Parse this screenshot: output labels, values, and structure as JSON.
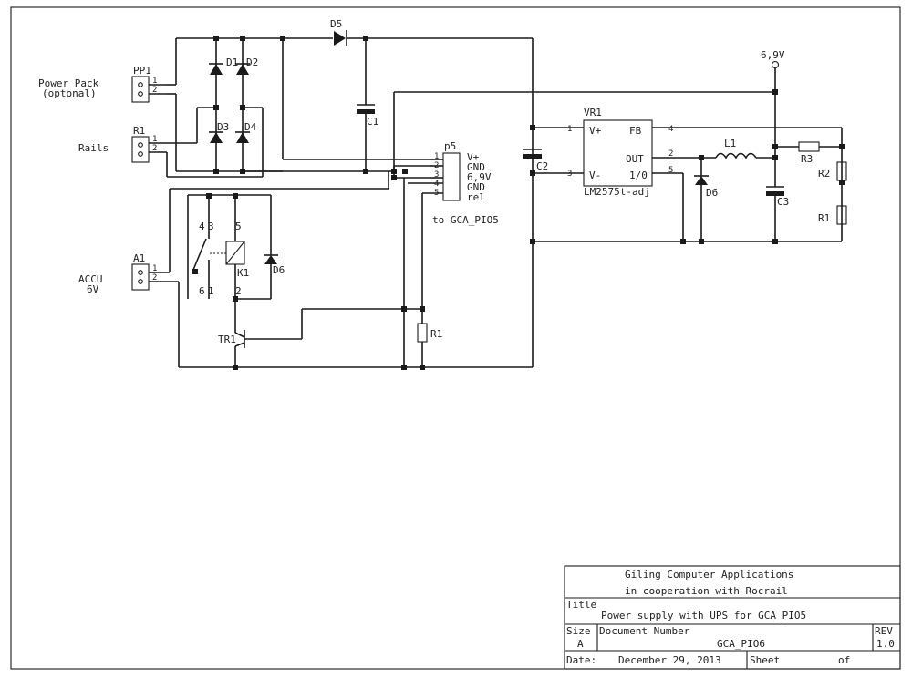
{
  "components": {
    "pp1": {
      "ref": "PP1",
      "pins": [
        "1",
        "2"
      ],
      "label_lines": [
        "Power Pack",
        "(optonal)"
      ]
    },
    "r1_conn": {
      "ref": "R1",
      "pins": [
        "1",
        "2"
      ],
      "label": "Rails"
    },
    "a1": {
      "ref": "A1",
      "pins": [
        "1",
        "2"
      ],
      "label_lines": [
        "ACCU",
        "6V"
      ]
    },
    "diodes": {
      "d1": "D1",
      "d2": "D2",
      "d3": "D3",
      "d4": "D4",
      "d5": "D5",
      "d6_relay": "D6",
      "d6_reg": "D6"
    },
    "caps": {
      "c1": "C1",
      "c2": "C2",
      "c3": "C3"
    },
    "p5": {
      "ref": "p5",
      "pins": [
        "1",
        "2",
        "3",
        "4",
        "5"
      ],
      "signals": [
        "V+",
        "GND",
        "6,9V",
        "GND",
        "rel"
      ],
      "dest": "to GCA_PIO5"
    },
    "relay": {
      "ref": "K1",
      "pins": [
        "4",
        "3",
        "5",
        "6",
        "1",
        "2"
      ]
    },
    "transistor": "TR1",
    "r1_res": "R1",
    "vr1": {
      "ref": "VR1",
      "part": "LM2575t-adj",
      "pins": {
        "vplus": "V+",
        "fb": "FB",
        "out": "OUT",
        "vminus": "V-",
        "onoff": "1/0"
      },
      "pin_nums": [
        "1",
        "4",
        "2",
        "3",
        "5"
      ]
    },
    "l1": "L1",
    "r3": "R3",
    "r2": "R2",
    "r1_div": "R1",
    "vout": "6,9V"
  },
  "title_block": {
    "company1": "Giling Computer Applications",
    "company2": "in cooperation with Rocrail",
    "title_label": "Title",
    "title": "Power supply with UPS for GCA_PIO5",
    "size_label": "Size",
    "size": "A",
    "docnum_label": "Document Number",
    "docnum": "GCA_PIO6",
    "rev_label": "REV",
    "rev": "1.0",
    "date_label": "Date:",
    "date": "December 29, 2013",
    "sheet_label": "Sheet",
    "of_label": "of"
  }
}
